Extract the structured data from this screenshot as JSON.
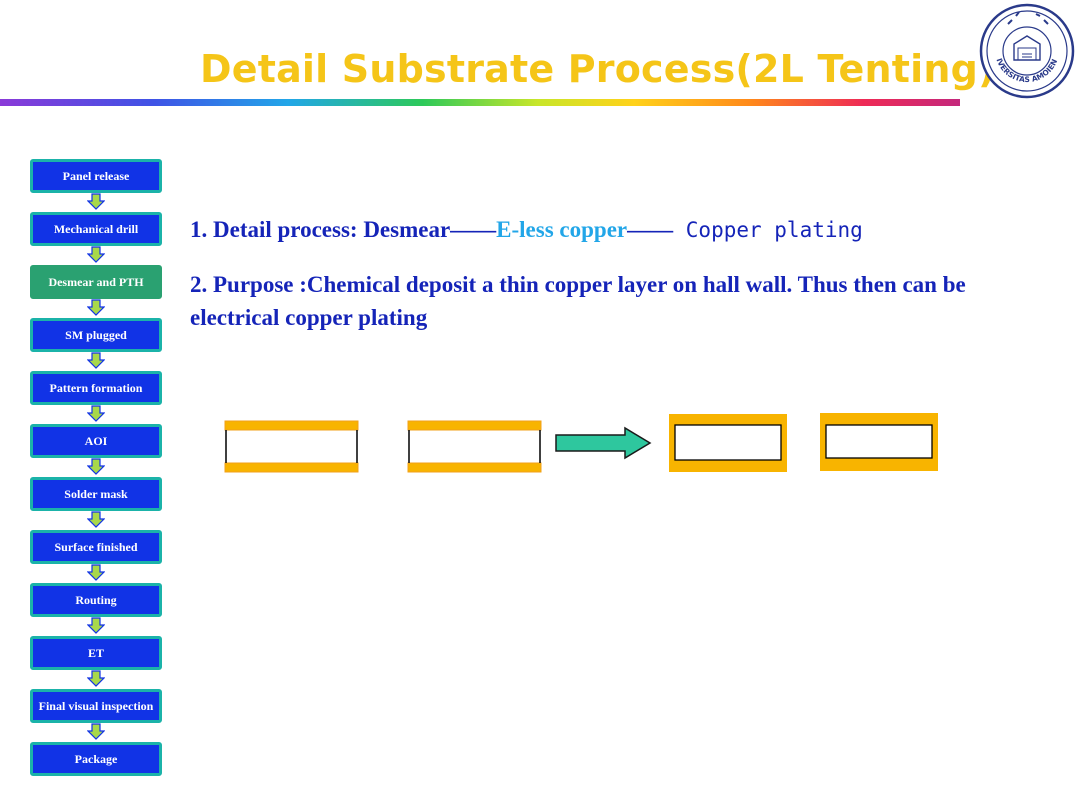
{
  "title": "Detail Substrate Process(2L Tenting)",
  "logo": {
    "text": "UNIVERSITAS AMOIENSIS"
  },
  "flow": [
    {
      "label": "Panel release"
    },
    {
      "label": "Mechanical drill"
    },
    {
      "label": "Desmear and PTH"
    },
    {
      "label": "SM plugged"
    },
    {
      "label": "Pattern formation"
    },
    {
      "label": "AOI"
    },
    {
      "label": "Solder mask"
    },
    {
      "label": "Surface finished"
    },
    {
      "label": "Routing"
    },
    {
      "label": "ET"
    },
    {
      "label": "Final visual inspection"
    },
    {
      "label": "Package"
    }
  ],
  "detail": {
    "line1_prefix": "1. Detail process: Desmear",
    "dash1": "——",
    "eless": "E-less copper",
    "dash2": "——",
    "plating": " Copper plating",
    "purpose": "2. Purpose :Chemical deposit a thin copper layer on hall wall. Thus then can be electrical copper plating"
  },
  "colors": {
    "title": "#f5c518",
    "flow_box": "#1133e6",
    "flow_border": "#1bb3a9",
    "flow_active": "#2aa171",
    "text_blue": "#1524b8",
    "text_cyan": "#22a6e8",
    "copper": "#f8b400",
    "copper_edge": "#f2a11a",
    "arrow": "#2ec79e"
  }
}
